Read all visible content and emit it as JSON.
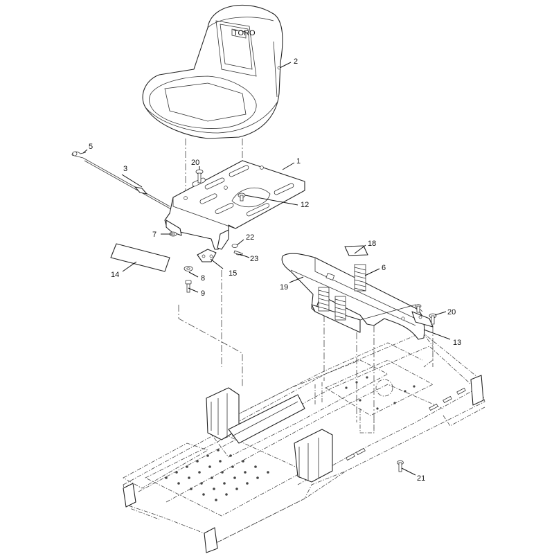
{
  "seat_badge": "TORO",
  "callouts": [
    {
      "id": "c1",
      "label": "1"
    },
    {
      "id": "c2",
      "label": "2"
    },
    {
      "id": "c3",
      "label": "3"
    },
    {
      "id": "c5",
      "label": "5"
    },
    {
      "id": "c6",
      "label": "6"
    },
    {
      "id": "c7",
      "label": "7"
    },
    {
      "id": "c8",
      "label": "8"
    },
    {
      "id": "c9",
      "label": "9"
    },
    {
      "id": "c12",
      "label": "12"
    },
    {
      "id": "c13",
      "label": "13"
    },
    {
      "id": "c14",
      "label": "14"
    },
    {
      "id": "c15",
      "label": "15"
    },
    {
      "id": "c18",
      "label": "18"
    },
    {
      "id": "c19",
      "label": "19"
    },
    {
      "id": "c20a",
      "label": "20"
    },
    {
      "id": "c20b",
      "label": "20"
    },
    {
      "id": "c21",
      "label": "21"
    },
    {
      "id": "c22",
      "label": "22"
    },
    {
      "id": "c23",
      "label": "23"
    }
  ]
}
